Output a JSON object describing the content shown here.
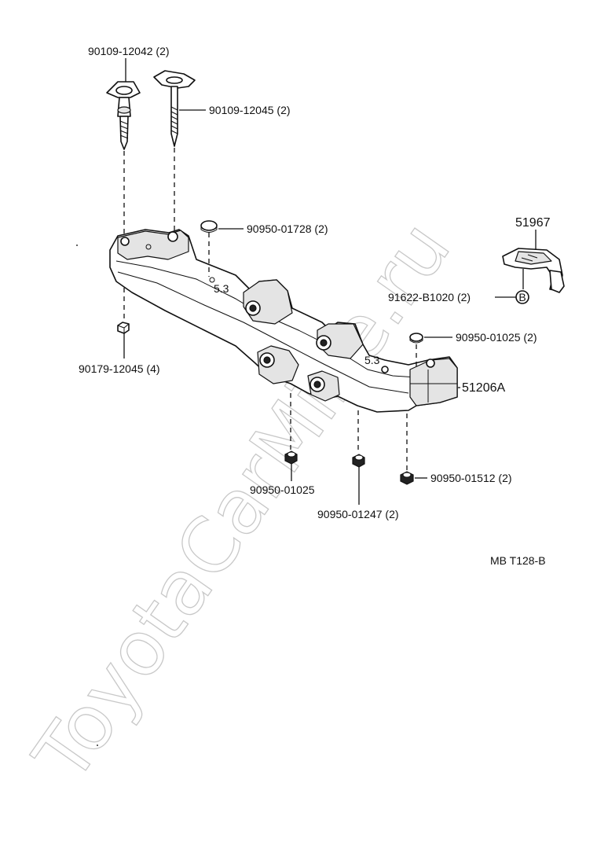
{
  "watermark": "ToyotaCarMine.ru",
  "code": "MB T128-B",
  "labels": {
    "p_90109_12042": "90109-12042 (2)",
    "p_90109_12045": "90109-12045 (2)",
    "p_90950_01728": "90950-01728 (2)",
    "p_51967": "51967",
    "p_91622_B1020": "91622-B1020 (2)",
    "callout_b": "B",
    "p_90950_01025_a": "90950-01025 (2)",
    "p_90179_12045": "90179-12045 (4)",
    "p_51206A": "51206A",
    "p_90950_01025_b": "90950-01025",
    "p_90950_01247": "90950-01247 (2)",
    "p_90950_01512": "90950-01512 (2)"
  }
}
